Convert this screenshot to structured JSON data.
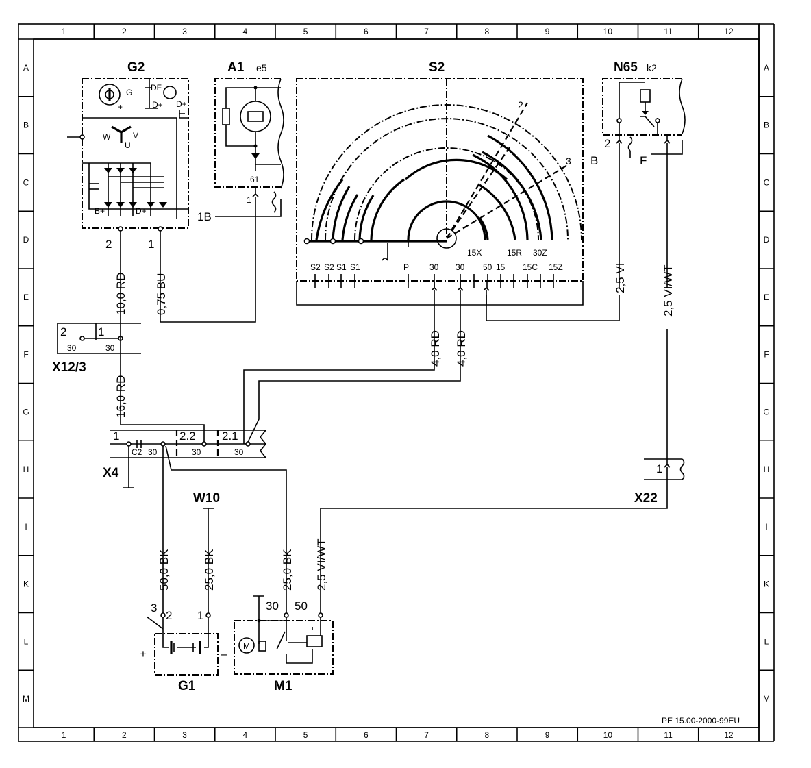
{
  "grid": {
    "columns": [
      "1",
      "2",
      "3",
      "4",
      "5",
      "6",
      "7",
      "8",
      "9",
      "10",
      "11",
      "12"
    ],
    "rows": [
      "A",
      "B",
      "C",
      "D",
      "E",
      "F",
      "G",
      "H",
      "I",
      "K",
      "L",
      "M"
    ]
  },
  "components": {
    "g2": {
      "name": "G2",
      "pins": {
        "g": "G",
        "df": "DF",
        "dplus1": "D+",
        "dplus2": "D+",
        "plus": "+",
        "w": "W",
        "u": "U",
        "v": "V",
        "bplus": "B+",
        "dplus3": "D+",
        "p2": "2",
        "p1": "1"
      }
    },
    "a1": {
      "name": "A1",
      "sub": "e5",
      "pin": "61",
      "conn": "1",
      "ref": "1B"
    },
    "s2": {
      "name": "S2",
      "arc2": "2",
      "arc3": "3",
      "terminals": [
        "S2",
        "S2",
        "S1",
        "S1",
        "P",
        "30",
        "30",
        "15X",
        "50",
        "15",
        "15R",
        "15C",
        "30Z",
        "15Z"
      ]
    },
    "n65": {
      "name": "N65",
      "sub": "k2",
      "pin2": "2",
      "pinB": "B",
      "pinF": "F"
    },
    "x12": {
      "name": "X12/3",
      "p2": "2",
      "p1": "1",
      "t30a": "30",
      "t30b": "30"
    },
    "x4": {
      "name": "X4",
      "p1": "1",
      "c2": "C2",
      "t30": "30",
      "p22": "2.2",
      "p21": "2.1",
      "t30b": "30",
      "t30c": "30"
    },
    "x22": {
      "name": "X22",
      "p1": "1"
    },
    "w10": {
      "name": "W10"
    },
    "g1": {
      "name": "G1",
      "p3": "3",
      "p2": "2",
      "p1": "1",
      "plus": "+",
      "minus": "–"
    },
    "m1": {
      "name": "M1",
      "t30": "30",
      "t50": "50",
      "motor": "M"
    }
  },
  "wires": {
    "g2_b": "10,0 RD",
    "g2_d": "0,75 BU",
    "x12_out": "16,0 RD",
    "s2_30a": "4,0 RD",
    "s2_30b": "4,0 RD",
    "n65_b": "2,5 VI",
    "n65_f": "2,5 VI/WT",
    "g1_2": "50,0 BK",
    "w10": "25,0 BK",
    "m1_30": "25,0 BK",
    "m1_50": "2,5 VI/WT"
  },
  "footer": "PE 15.00-2000-99EU"
}
